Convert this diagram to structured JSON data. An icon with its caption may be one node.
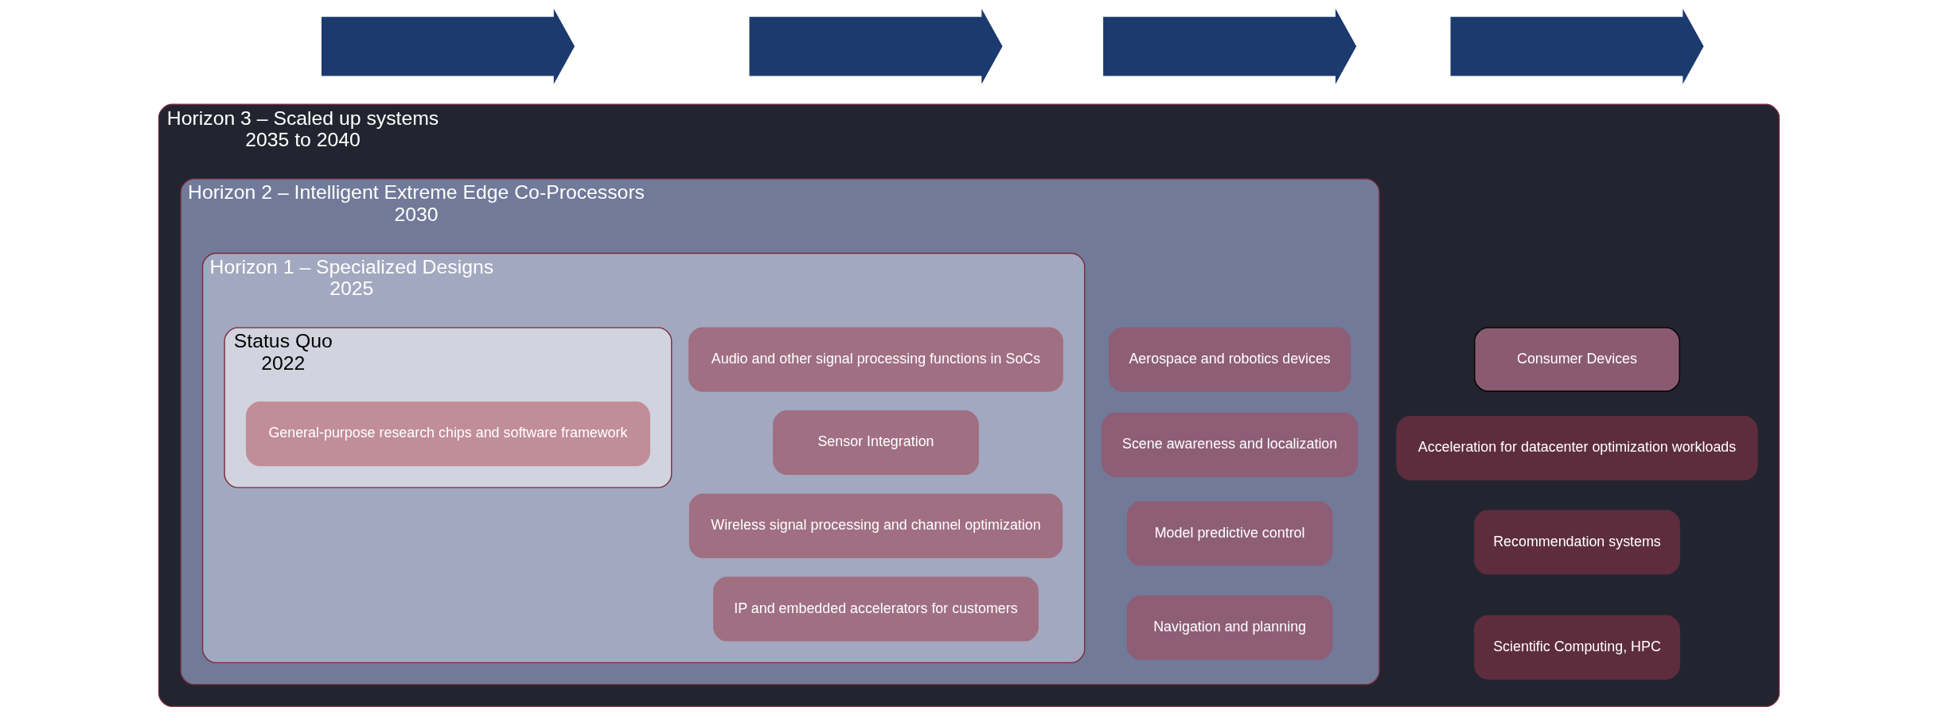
{
  "diagram": {
    "nodes": [
      {
        "text": [
          "Horizon 3 – Scaled up systems",
          "2035 to 2040"
        ]
      },
      {
        "text": [
          "Horizon 2 – Intelligent Extreme Edge Co-Processors",
          "2030"
        ],
        "in": 0
      },
      {
        "text": [
          "Horizon 1 – Specialized Designs",
          "2025"
        ],
        "in": 1
      },
      {
        "text": [
          "Status Quo",
          "2022"
        ],
        "in": 2
      },
      {
        "text": [
          "General-purpose research chips and software framework"
        ],
        "in": 3
      },
      {
        "text": [
          "Audio and other signal processing functions in SoCs"
        ],
        "in": 2
      },
      {
        "text": [
          "Sensor Integration"
        ],
        "in": 2
      },
      {
        "text": [
          "Wireless signal processing and channel optimization"
        ],
        "in": 2
      },
      {
        "text": [
          "IP and embedded accelerators for customers"
        ],
        "in": 2
      },
      {
        "text": [
          "Aerospace and robotics devices"
        ],
        "in": 1
      },
      {
        "text": [
          "Scene awareness and localization"
        ],
        "in": 1
      },
      {
        "text": [
          "Model predictive control"
        ],
        "in": 1
      },
      {
        "text": [
          "Navigation and planning"
        ],
        "in": 1
      },
      {
        "text": [
          "Consumer Devices"
        ],
        "in": 0
      },
      {
        "text": [
          "Acceleration for datacenter optimization workloads"
        ],
        "in": 0
      },
      {
        "text": [
          "Recommendation systems"
        ],
        "in": 0
      },
      {
        "text": [
          "Scientific Computing, HPC"
        ],
        "in": 0
      },
      {
        "text": [],
        "shape": "arrow"
      },
      {
        "text": [],
        "shape": "arrow"
      },
      {
        "text": [],
        "shape": "arrow"
      },
      {
        "text": [],
        "shape": "arrow"
      }
    ]
  }
}
